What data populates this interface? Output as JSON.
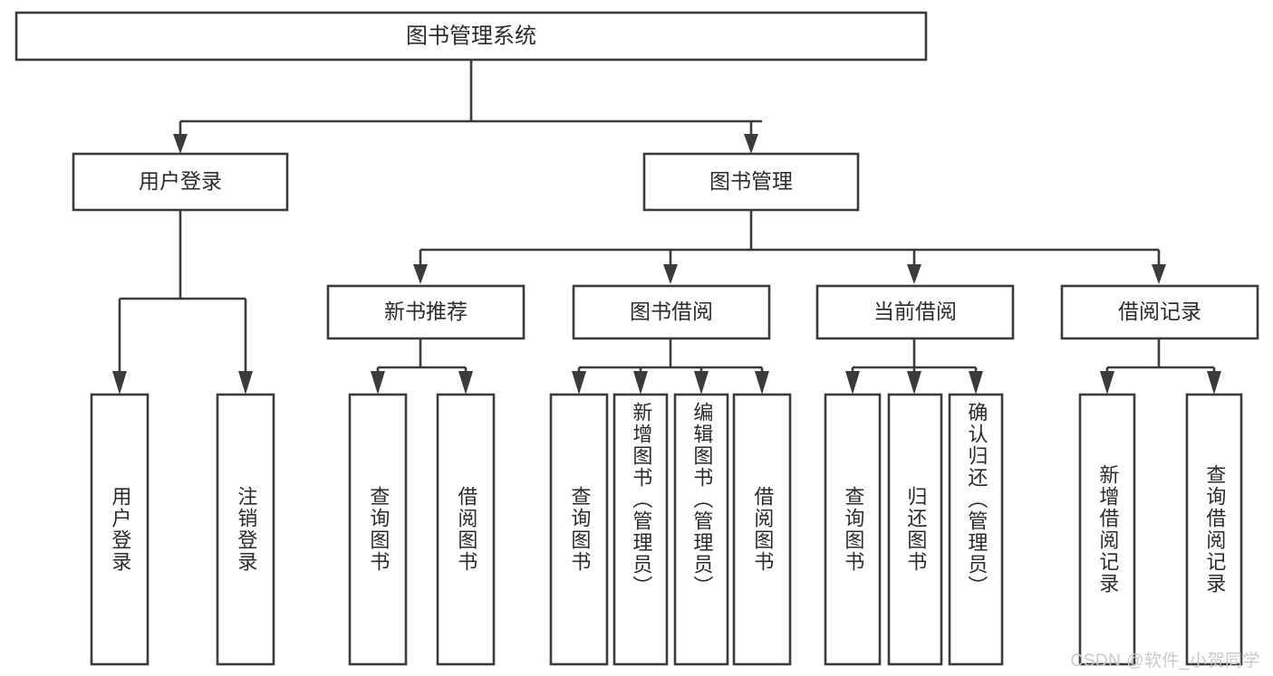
{
  "diagram": {
    "title": "图书管理系统",
    "type": "功能结构图",
    "watermark": "CSDN @软件_小贺同学",
    "colors": {
      "background": "#ffffff",
      "box_fill": "#ffffff",
      "box_stroke": "#3b3b3b",
      "text": "#2b2b2b",
      "watermark": "#c9c9c9"
    },
    "levels": {
      "root": [
        "图书管理系统"
      ],
      "level2": [
        "用户登录",
        "图书管理"
      ],
      "level3": [
        "新书推荐",
        "图书借阅",
        "当前借阅",
        "借阅记录"
      ],
      "leaves": [
        "用户登录",
        "注销登录",
        "查询图书",
        "借阅图书",
        "查询图书",
        "新增图书（管理员）",
        "编辑图书（管理员）",
        "借阅图书",
        "查询图书",
        "归还图书",
        "确认归还（管理员）",
        "新增借阅记录",
        "查询借阅记录"
      ]
    },
    "nodes": {
      "root": {
        "label": "图书管理系统"
      },
      "user_login": {
        "label": "用户登录"
      },
      "book_manage": {
        "label": "图书管理"
      },
      "new_book_rec": {
        "label": "新书推荐"
      },
      "book_borrow": {
        "label": "图书借阅"
      },
      "current_borrow": {
        "label": "当前借阅"
      },
      "borrow_record": {
        "label": "借阅记录"
      },
      "leaf_user_login": {
        "label": "用户登录"
      },
      "leaf_logout": {
        "label": "注销登录"
      },
      "leaf_query_book_rec": {
        "label": "查询图书"
      },
      "leaf_borrow_book_rec": {
        "label": "借阅图书"
      },
      "leaf_query_book_borrow": {
        "label": "查询图书"
      },
      "leaf_add_book": {
        "label": "新增图书（管理员）"
      },
      "leaf_edit_book": {
        "label": "编辑图书（管理员）"
      },
      "leaf_borrow_book": {
        "label": "借阅图书"
      },
      "leaf_query_book_cur": {
        "label": "查询图书"
      },
      "leaf_return_book": {
        "label": "归还图书"
      },
      "leaf_confirm_return": {
        "label": "确认归还（管理员）"
      },
      "leaf_add_record": {
        "label": "新增借阅记录"
      },
      "leaf_query_record": {
        "label": "查询借阅记录"
      }
    },
    "edges": [
      {
        "from": "图书管理系统",
        "to": "用户登录"
      },
      {
        "from": "图书管理系统",
        "to": "图书管理"
      },
      {
        "from": "用户登录",
        "to": "用户登录"
      },
      {
        "from": "用户登录",
        "to": "注销登录"
      },
      {
        "from": "图书管理",
        "to": "新书推荐"
      },
      {
        "from": "图书管理",
        "to": "图书借阅"
      },
      {
        "from": "图书管理",
        "to": "当前借阅"
      },
      {
        "from": "图书管理",
        "to": "借阅记录"
      },
      {
        "from": "新书推荐",
        "to": "查询图书"
      },
      {
        "from": "新书推荐",
        "to": "借阅图书"
      },
      {
        "from": "图书借阅",
        "to": "查询图书"
      },
      {
        "from": "图书借阅",
        "to": "新增图书（管理员）"
      },
      {
        "from": "图书借阅",
        "to": "编辑图书（管理员）"
      },
      {
        "from": "图书借阅",
        "to": "借阅图书"
      },
      {
        "from": "当前借阅",
        "to": "查询图书"
      },
      {
        "from": "当前借阅",
        "to": "归还图书"
      },
      {
        "from": "当前借阅",
        "to": "确认归还（管理员）"
      },
      {
        "from": "借阅记录",
        "to": "新增借阅记录"
      },
      {
        "from": "借阅记录",
        "to": "查询借阅记录"
      }
    ]
  }
}
